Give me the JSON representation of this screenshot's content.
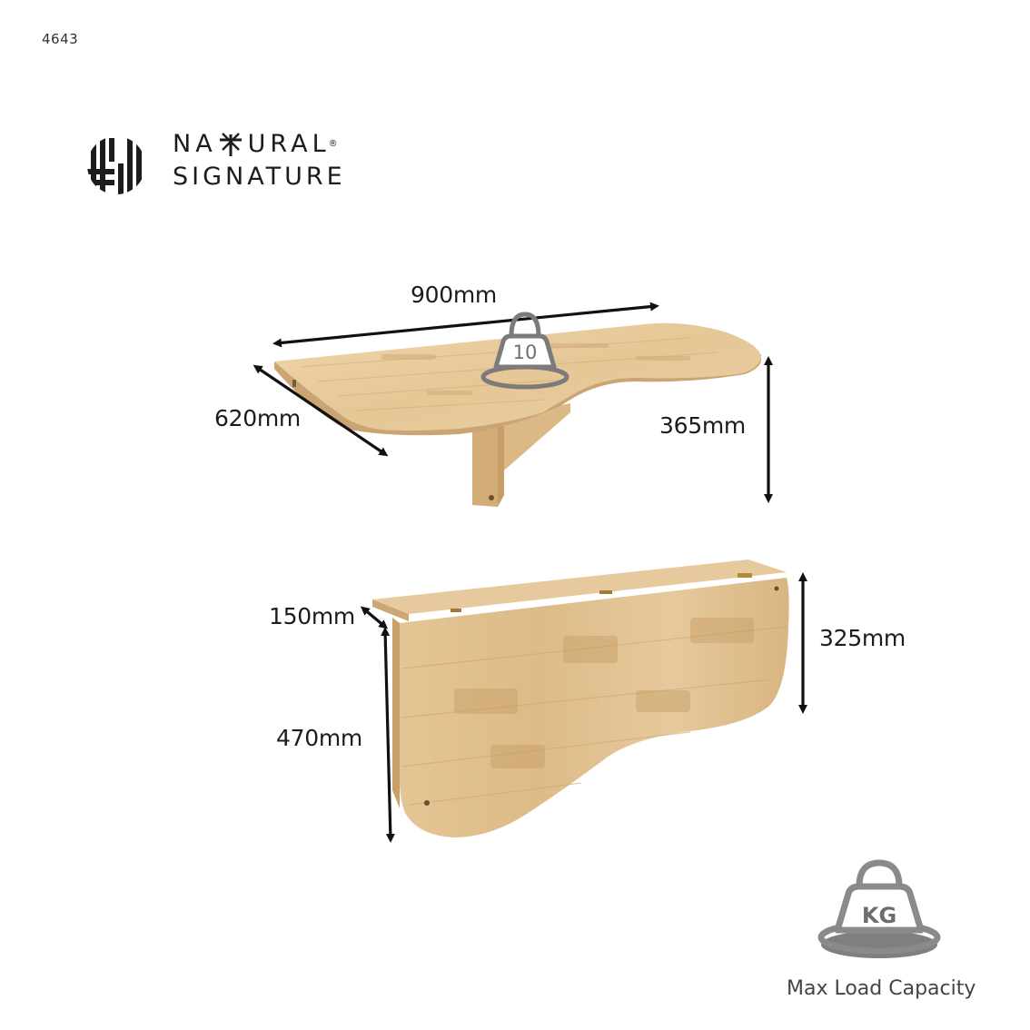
{
  "product_code": "4643",
  "brand": {
    "line1_prefix": "NA",
    "line1_suffix": "URAL",
    "registered_mark": "®",
    "line2": "SIGNATURE"
  },
  "dimensions": {
    "open_width": "900mm",
    "open_depth": "620mm",
    "open_height": "365mm",
    "folded_depth": "150mm",
    "folded_height": "470mm",
    "folded_width": "325mm"
  },
  "load_badge_value": "10",
  "load_icon": {
    "label": "KG",
    "caption": "Max Load Capacity"
  },
  "colors": {
    "wood_light": "#e9cfa3",
    "wood_mid": "#dcb987",
    "wood_dark": "#c49d6a",
    "icon_gray": "#8a8a8a"
  }
}
